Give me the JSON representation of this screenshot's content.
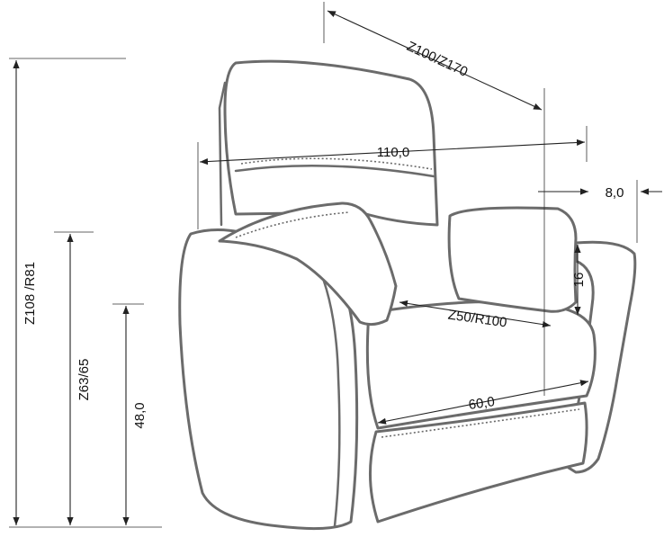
{
  "dimensions": {
    "depth": "Z100/Z170",
    "width": "110,0",
    "offset": "8,0",
    "backrest_pad": "16",
    "seat_depth": "Z50/R100",
    "seat_width": "60,0",
    "total_height": "Z108 /R81",
    "armrest_height": "Z63/65",
    "seat_height": "48,0"
  },
  "colors": {
    "outline": "#6b6b6b",
    "dimension": "#222222",
    "background": "#ffffff"
  }
}
